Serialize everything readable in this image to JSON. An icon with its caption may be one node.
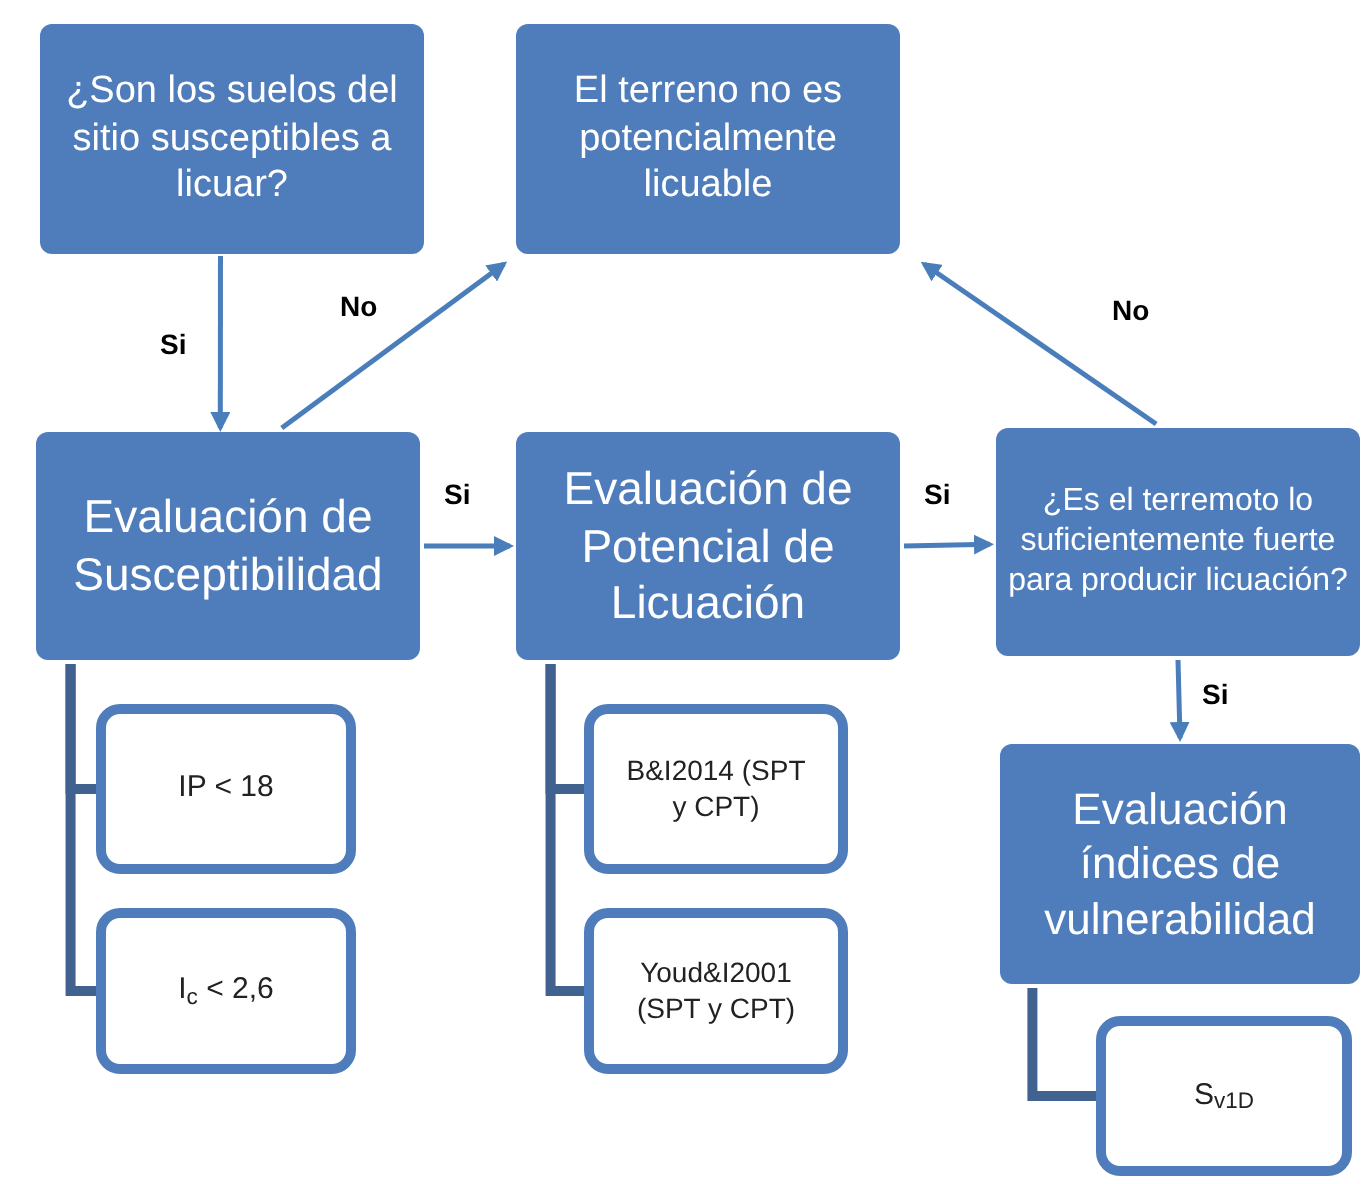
{
  "diagram": {
    "nodes": [
      {
        "text": [
          "¿Son los suelos del sitio susceptibles a licuar?"
        ]
      },
      {
        "text": [
          "El terreno no es potencialmente licuable"
        ]
      },
      {
        "text": [
          "Evaluación de Susceptibilidad"
        ]
      },
      {
        "text": [
          "Evaluación de Potencial de Licuación"
        ]
      },
      {
        "text": [
          "¿Es el terremoto lo suficientemente fuerte para producir licuación?"
        ]
      },
      {
        "text": [
          "Evaluación índices de vulnerabilidad"
        ]
      },
      {
        "text": [
          "IP < 18"
        ]
      },
      {
        "text": [
          "I$_{c}$ < 2,6"
        ]
      },
      {
        "text": [
          "B&I2014 (SPT y CPT)"
        ]
      },
      {
        "text": [
          "Youd&I2001 (SPT y CPT)"
        ]
      },
      {
        "text": [
          "S$_{v1D}$"
        ]
      }
    ],
    "edges": [
      {
        "from": 0,
        "to": 2,
        "arrow": "to",
        "label": "Si"
      },
      {
        "from": 2,
        "to": 1,
        "arrow": "to",
        "label": "No"
      },
      {
        "from": 2,
        "to": 3,
        "arrow": "to",
        "label": "Si"
      },
      {
        "from": 3,
        "to": 4,
        "arrow": "to",
        "label": "Si"
      },
      {
        "from": 4,
        "to": 1,
        "arrow": "to",
        "label": "No"
      },
      {
        "from": 4,
        "to": 5,
        "arrow": "to",
        "label": "Si"
      },
      {
        "from": 2,
        "to": 6,
        "arrow": "none",
        "style": "thick",
        "color": "#41618f"
      },
      {
        "from": 2,
        "to": 7,
        "arrow": "none",
        "style": "thick",
        "color": "#41618f"
      },
      {
        "from": 3,
        "to": 8,
        "arrow": "none",
        "style": "thick",
        "color": "#41618f"
      },
      {
        "from": 3,
        "to": 9,
        "arrow": "none",
        "style": "thick",
        "color": "#41618f"
      },
      {
        "from": 5,
        "to": 10,
        "arrow": "none",
        "style": "thick",
        "color": "#41618f"
      }
    ]
  }
}
